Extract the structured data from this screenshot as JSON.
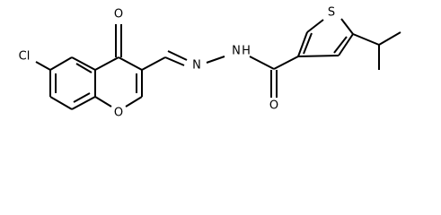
{
  "molecule": {
    "atoms": {
      "cl": "Cl",
      "o_keto": "O",
      "o_ring": "O",
      "n1": "N",
      "n2_label": "N",
      "n2_h": "H",
      "s": "S",
      "o_amide": "O"
    },
    "colors": {
      "bond": "#000000",
      "text": "#000000",
      "background": "#ffffff"
    }
  }
}
